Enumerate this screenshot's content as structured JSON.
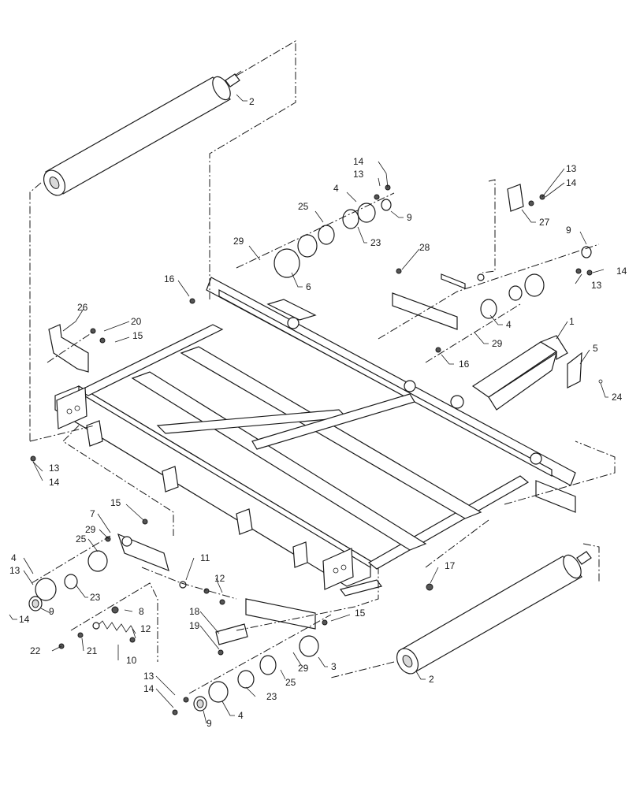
{
  "diagram": {
    "callouts": [
      {
        "label": "2"
      },
      {
        "label": "14"
      },
      {
        "label": "13"
      },
      {
        "label": "4"
      },
      {
        "label": "9"
      },
      {
        "label": "25"
      },
      {
        "label": "23"
      },
      {
        "label": "29"
      },
      {
        "label": "6"
      },
      {
        "label": "16"
      },
      {
        "label": "13"
      },
      {
        "label": "14"
      },
      {
        "label": "27"
      },
      {
        "label": "28"
      },
      {
        "label": "9"
      },
      {
        "label": "14"
      },
      {
        "label": "13"
      },
      {
        "label": "4"
      },
      {
        "label": "29"
      },
      {
        "label": "16"
      },
      {
        "label": "1"
      },
      {
        "label": "5"
      },
      {
        "label": "24"
      },
      {
        "label": "26"
      },
      {
        "label": "20"
      },
      {
        "label": "15"
      },
      {
        "label": "13"
      },
      {
        "label": "14"
      },
      {
        "label": "15"
      },
      {
        "label": "7"
      },
      {
        "label": "29"
      },
      {
        "label": "25"
      },
      {
        "label": "4"
      },
      {
        "label": "13"
      },
      {
        "label": "23"
      },
      {
        "label": "9"
      },
      {
        "label": "14"
      },
      {
        "label": "11"
      },
      {
        "label": "12"
      },
      {
        "label": "8"
      },
      {
        "label": "12"
      },
      {
        "label": "22"
      },
      {
        "label": "21"
      },
      {
        "label": "10"
      },
      {
        "label": "17"
      },
      {
        "label": "18"
      },
      {
        "label": "19"
      },
      {
        "label": "15"
      },
      {
        "label": "3"
      },
      {
        "label": "29"
      },
      {
        "label": "25"
      },
      {
        "label": "2"
      },
      {
        "label": "13"
      },
      {
        "label": "14"
      },
      {
        "label": "23"
      },
      {
        "label": "4"
      },
      {
        "label": "9"
      }
    ]
  }
}
